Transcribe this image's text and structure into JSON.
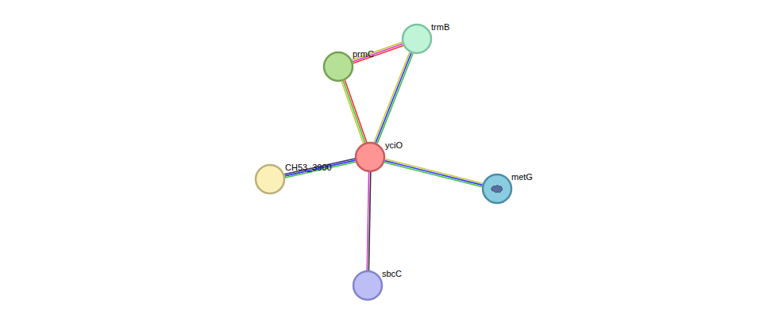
{
  "diagram": {
    "nodes": [
      {
        "text": [
          "prmC"
        ]
      },
      {
        "text": [
          "trmB"
        ]
      },
      {
        "text": [
          "yciO"
        ]
      },
      {
        "text": [
          "CH53_3900"
        ]
      },
      {
        "text": [
          "metG"
        ]
      },
      {
        "text": [
          "sbcC"
        ]
      }
    ],
    "edges": [
      {
        "from": 2,
        "to": 0,
        "arrow": "none"
      },
      {
        "from": 0,
        "to": 1,
        "arrow": "none"
      },
      {
        "from": 2,
        "to": 1,
        "arrow": "none"
      },
      {
        "from": 2,
        "to": 3,
        "arrow": "none"
      },
      {
        "from": 2,
        "to": 4,
        "arrow": "none"
      },
      {
        "from": 2,
        "to": 5,
        "arrow": "none"
      }
    ]
  }
}
